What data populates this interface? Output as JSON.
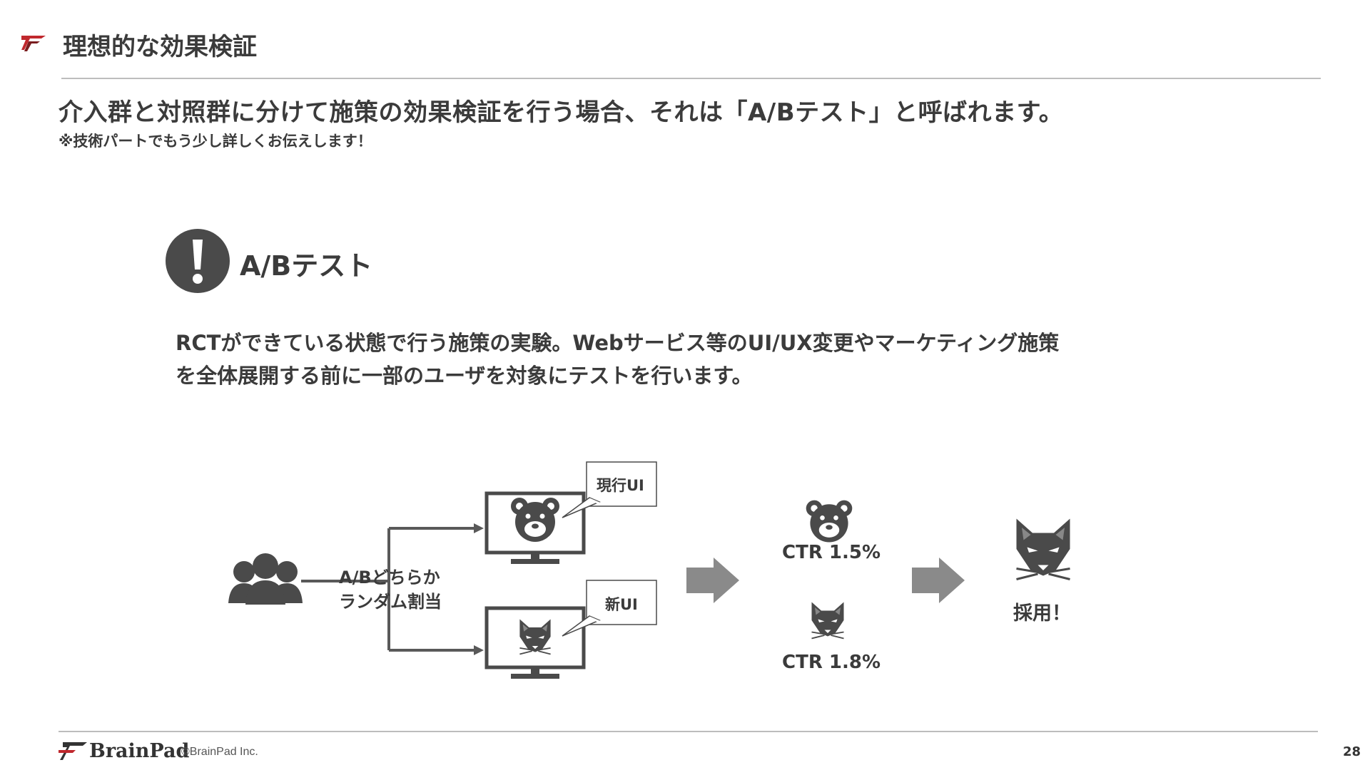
{
  "header": {
    "title": "理想的な効果検証"
  },
  "main": {
    "headline": "介入群と対照群に分けて施策の効果検証を行う場合、それは「A/Bテスト」と呼ばれます。",
    "note": "※技術パートでもう少し詳しくお伝えします！",
    "section_title": "A/Bテスト",
    "description_line1": "RCTができている状態で行う施策の実験。Webサービス等のUI/UX変更やマーケティング施策",
    "description_line2": "を全体展開する前に一部のユーザを対象にテストを行います。"
  },
  "diagram": {
    "assign_line1": "A/Bどちらか",
    "assign_line2": "ランダム割当",
    "bubble_current": "現行UI",
    "bubble_new": "新UI",
    "ctr_current": "CTR 1.5%",
    "ctr_new": "CTR 1.8%",
    "result": "採用！"
  },
  "footer": {
    "brand": "BrainPad",
    "copyright": "©BrainPad Inc.",
    "page_number": "28"
  },
  "colors": {
    "text": "#3b3b3b",
    "icon": "#4a4a4a",
    "arrow": "#8a8a8a",
    "accent_red": "#c0282d",
    "rule": "#bdbdbd"
  }
}
